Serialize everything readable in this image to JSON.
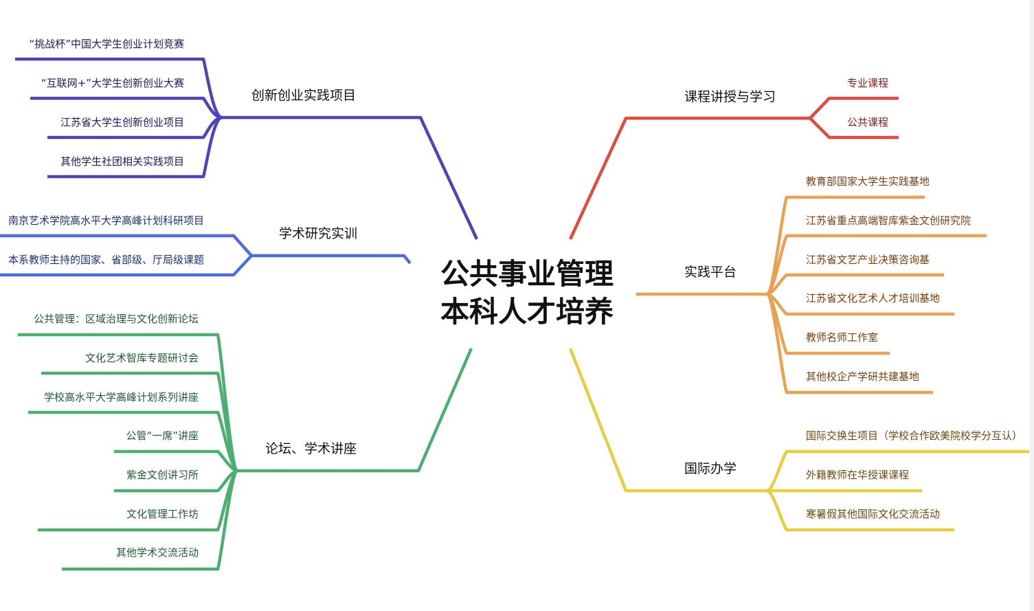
{
  "center": {
    "line1": "公共事业管理",
    "line2": "本科人才培养"
  },
  "colors": {
    "innovation": "#4b45b8",
    "research": "#4f6be0",
    "forum": "#4caf72",
    "course": "#e04a3f",
    "practice": "#e8a352",
    "intl": "#e6cf3f",
    "course_leaf_text": "#8b1a1a",
    "practice_leaf_text": "#7a3e10",
    "intl_leaf_text": "#6a4a10",
    "innovation_leaf_text": "#1d1a5e",
    "research_leaf_text": "#1e2f7a",
    "forum_leaf_text": "#1f5a32"
  },
  "branches": {
    "innovation": {
      "label": "创新创业实践项目",
      "items": [
        "“挑战杯”中国大学生创业计划竞赛",
        "“互联网+”大学生创新创业大赛",
        "江苏省大学生创新创业项目",
        "其他学生社团相关实践项目"
      ]
    },
    "research": {
      "label": "学术研究实训",
      "items": [
        "南京艺术学院高水平大学高峰计划科研项目",
        "本系教师主持的国家、省部级、厅局级课题"
      ]
    },
    "forum": {
      "label": "论坛、学术讲座",
      "items": [
        "公共管理：区域治理与文化创新论坛",
        "文化艺术智库专题研讨会",
        "学校高水平大学高峰计划系列讲座",
        "公管“一席”讲座",
        "紫金文创讲习所",
        "文化管理工作坊",
        "其他学术交流活动"
      ]
    },
    "course": {
      "label": "课程讲授与学习",
      "items": [
        "专业课程",
        "公共课程"
      ]
    },
    "practice": {
      "label": "实践平台",
      "items": [
        "教育部国家大学生实践基地",
        "江苏省重点高端智库紫金文创研究院",
        "江苏省文艺产业决策咨询基",
        "江苏省文化艺术人才培训基地",
        "教师名师工作室",
        "其他校企产学研共建基地"
      ]
    },
    "intl": {
      "label": "国际办学",
      "items": [
        "国际交换生项目（学校合作欧美院校学分互认）",
        "外籍教师在华授课课程",
        "寒暑假其他国际文化交流活动"
      ]
    }
  }
}
